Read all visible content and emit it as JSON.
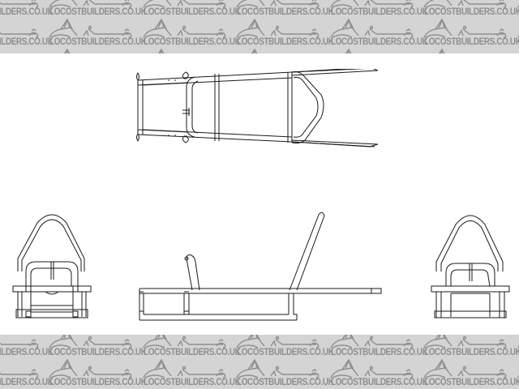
{
  "watermark": {
    "text": "LOCOSTBUILDERS.CO.UK",
    "band_color": "#d4d4d4",
    "text_color": "#8e8e8e",
    "icon": "kit-car-logo-icon"
  },
  "drawing": {
    "background": "#ffffff",
    "line_color": "#1a1a1a",
    "views": [
      {
        "id": "top-view",
        "label": "Chassis frame plan view"
      },
      {
        "id": "front-view",
        "label": "Chassis front elevation"
      },
      {
        "id": "side-view",
        "label": "Chassis side elevation"
      },
      {
        "id": "rear-view",
        "label": "Chassis rear elevation"
      }
    ]
  }
}
